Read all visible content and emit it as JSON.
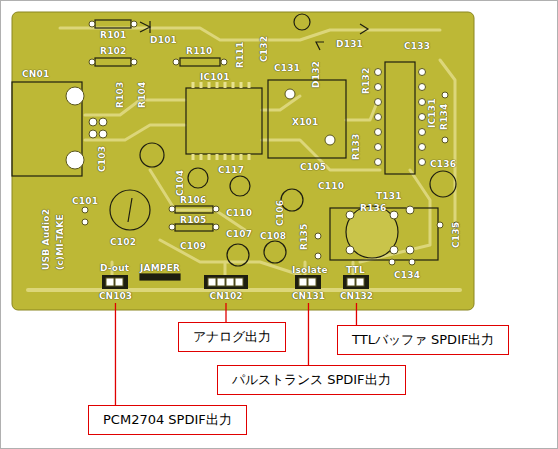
{
  "diagram": {
    "nodes": [
      {
        "text": [
          "CN103"
        ]
      },
      {
        "text": [
          "CN102"
        ]
      },
      {
        "text": [
          "CN131"
        ]
      },
      {
        "text": [
          "CN132"
        ]
      },
      {
        "text": [
          "アナログ出力"
        ]
      },
      {
        "text": [
          "TTLバッファ SPDIF出力"
        ]
      },
      {
        "text": [
          "パルストランス SPDIF出力"
        ]
      },
      {
        "text": [
          "PCM2704 SPDIF出力"
        ]
      }
    ],
    "edges": [
      {
        "from": 4,
        "to": 1,
        "arrow": "none"
      },
      {
        "from": 5,
        "to": 3,
        "arrow": "none"
      },
      {
        "from": 6,
        "to": 2,
        "arrow": "none"
      },
      {
        "from": 7,
        "to": 0,
        "arrow": "none"
      }
    ],
    "labels": [
      "R101",
      "D101",
      "R102",
      "R110",
      "R111",
      "C132",
      "D132",
      "D131",
      "C133",
      "CN01",
      "R103",
      "R104",
      "IC101",
      "C131",
      "R132",
      "IC131",
      "R134",
      "X101",
      "C103",
      "C104",
      "C117",
      "C105",
      "R133",
      "C136",
      "C101",
      "R106",
      "C110",
      "C106",
      "T131",
      "R105",
      "C110",
      "R136",
      "C135",
      "C102",
      "C109",
      "C107",
      "C108",
      "R135",
      "C134",
      "USB Audio2",
      "(c)MI-TAKE",
      "D-out",
      "JAMPER",
      "Isolate",
      "TTL"
    ]
  }
}
